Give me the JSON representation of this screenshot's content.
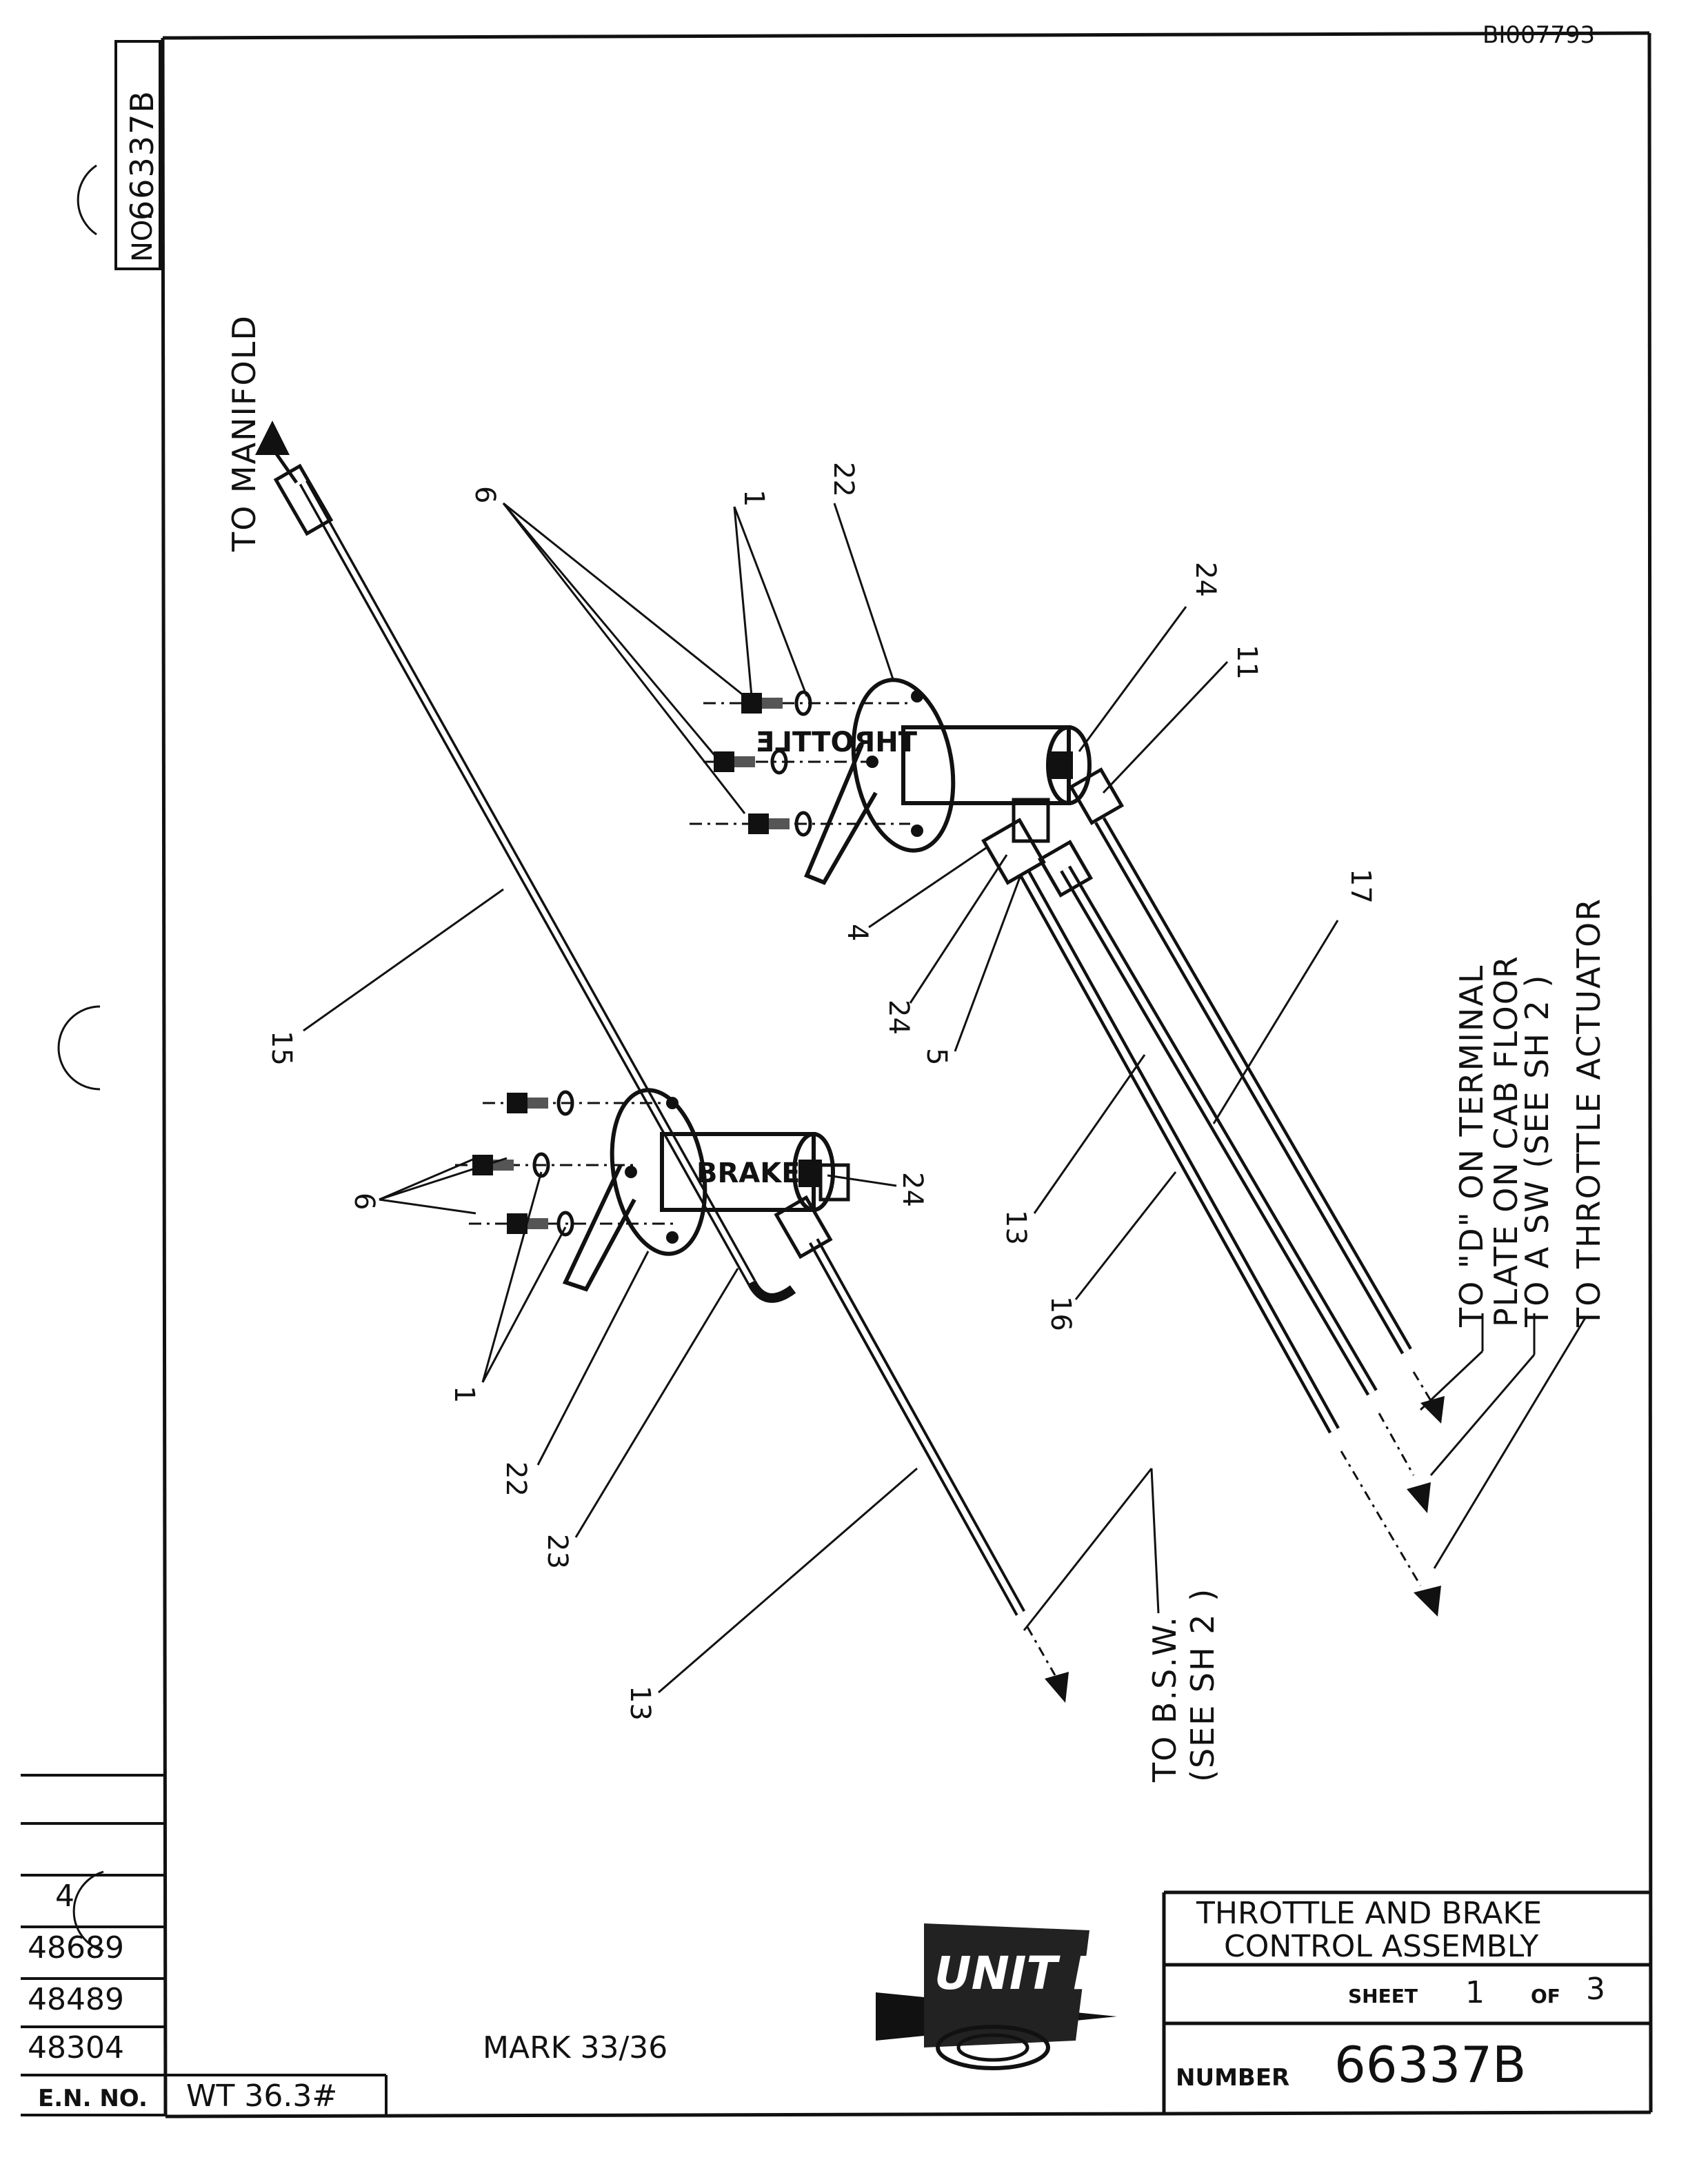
{
  "doc_ref": "BI007793",
  "side_stamp": {
    "prefix": "NO.",
    "number": "66337B"
  },
  "notes": {
    "to_manifold": "TO MANIFOLD",
    "to_bsw_line1": "TO B.S.W.",
    "to_bsw_line2": "(SEE SH 2 )",
    "to_d_line1": "TO \"D\" ON TERMINAL",
    "to_d_line2": "PLATE ON CAB FLOOR",
    "to_asw": "TO A SW (SEE SH 2 )",
    "to_throttle_actuator": "TO THROTTLE ACTUATOR"
  },
  "part_labels": {
    "throttle": "THROTTLE",
    "brake": "BRAKE"
  },
  "callouts": {
    "c1_top": "1",
    "c22_top": "22",
    "c6_top": "6",
    "c24_top": "24",
    "c11": "11",
    "c4": "4",
    "c24_mid": "24",
    "c5": "5",
    "c17": "17",
    "c15": "15",
    "c13_right": "13",
    "c16": "16",
    "c6_bottom": "6",
    "c24_brake": "24",
    "c1_bottom": "1",
    "c22_bottom": "22",
    "c23": "23",
    "c13_bottom": "13"
  },
  "en_numbers": [
    "4",
    "48689",
    "48489",
    "48304"
  ],
  "en_header": "E.N. NO.",
  "weight": "WT 36.3#",
  "mark": "MARK 33/36",
  "logo_text": "UNIT RIG",
  "title_block": {
    "title_line1": "THROTTLE AND BRAKE",
    "title_line2": "CONTROL ASSEMBLY",
    "sheet_label": "SHEET",
    "sheet_num": "1",
    "of_label": "OF",
    "sheet_total": "3",
    "number_label": "NUMBER",
    "number": "66337B"
  }
}
